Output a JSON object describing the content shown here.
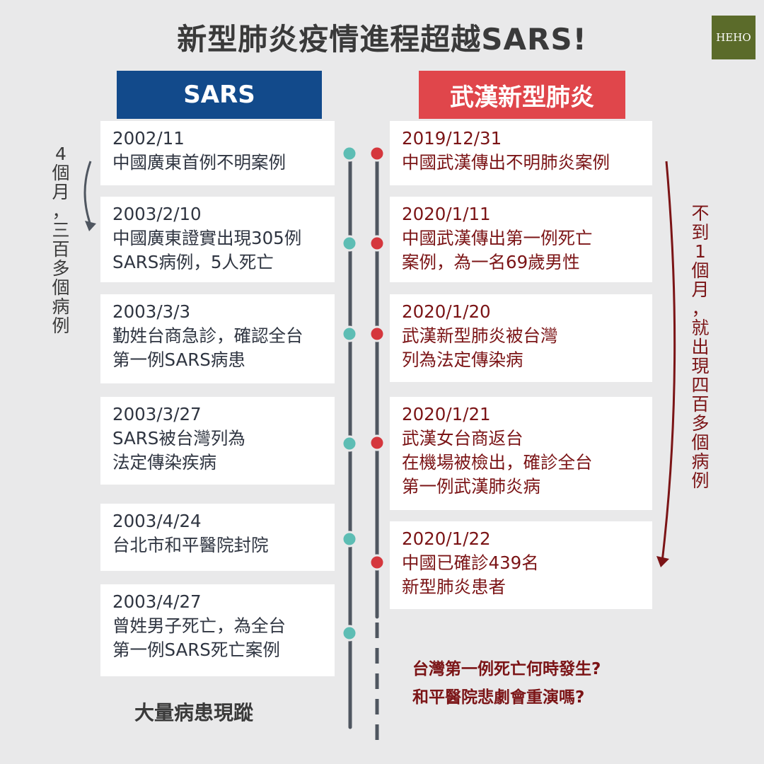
{
  "title": "新型肺炎疫情進程超越SARS!",
  "logo_text": "HEHO",
  "colors": {
    "sars_header": "#124a8b",
    "wuhan_header": "#e0464b",
    "sars_dot": "#5dbdb4",
    "wuhan_dot": "#d5373d",
    "dark_red_text": "#7b1416",
    "timeline_line": "#4f5660"
  },
  "headers": {
    "sars": "SARS",
    "wuhan": "武漢新型肺炎"
  },
  "sars_events": [
    {
      "lines": [
        "2002/11",
        "中國廣東首例不明案例"
      ]
    },
    {
      "lines": [
        "2003/2/10",
        "中國廣東證實出現305例",
        "SARS病例，5人死亡"
      ]
    },
    {
      "lines": [
        "2003/3/3",
        "勤姓台商急診，確認全台",
        "第一例SARS病患"
      ]
    },
    {
      "lines": [
        "2003/3/27",
        "SARS被台灣列為",
        "法定傳染疾病"
      ]
    },
    {
      "lines": [
        "2003/4/24",
        "台北市和平醫院封院"
      ]
    },
    {
      "lines": [
        "2003/4/27",
        "曾姓男子死亡，為全台",
        "第一例SARS死亡案例"
      ]
    }
  ],
  "wuhan_events": [
    {
      "lines": [
        "2019/12/31",
        "中國武漢傳出不明肺炎案例"
      ]
    },
    {
      "lines": [
        "2020/1/11",
        "中國武漢傳出第一例死亡",
        "案例，為一名69歲男性"
      ]
    },
    {
      "lines": [
        "2020/1/20",
        "武漢新型肺炎被台灣",
        "列為法定傳染病"
      ]
    },
    {
      "lines": [
        "2020/1/21",
        "武漢女台商返台",
        "在機場被檢出，確診全台",
        "第一例武漢肺炎病"
      ]
    },
    {
      "lines": [
        "2020/1/22",
        "中國已確診439名",
        "新型肺炎患者"
      ]
    }
  ],
  "left_annotation": [
    "4",
    "個",
    "月",
    "，",
    "三",
    "百",
    "多",
    "個",
    "病",
    "例"
  ],
  "right_annotation": [
    "不",
    "到",
    "1",
    "個",
    "月",
    "，",
    "就",
    "出",
    "現",
    "四",
    "百",
    "多",
    "個",
    "病",
    "例"
  ],
  "questions": [
    "台灣第一例死亡何時發生?",
    "和平醫院悲劇會重演嗎?"
  ],
  "footer_left": "大量病患現蹤"
}
